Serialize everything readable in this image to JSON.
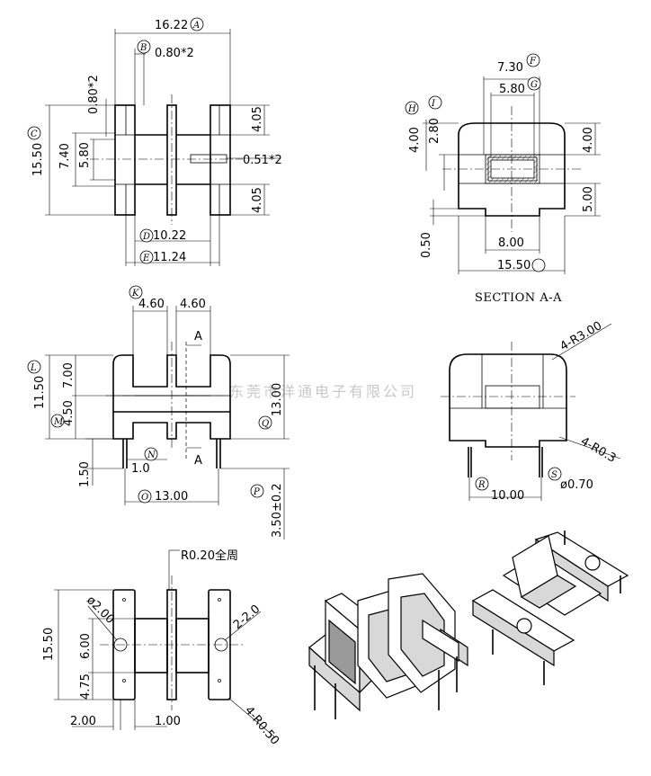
{
  "watermark": "东莞市洋通电子有限公司",
  "section_title": "SECTION A-A",
  "callouts": {
    "A": "A",
    "B": "B",
    "C": "C",
    "D": "D",
    "E": "E",
    "F": "F",
    "G": "G",
    "H": "H",
    "I": "I",
    "K": "K",
    "L": "L",
    "M": "M",
    "N": "N",
    "O": "O",
    "P": "P",
    "Q": "Q",
    "R": "R",
    "S": "S"
  },
  "section_marks": {
    "top": "A",
    "bottom": "A"
  },
  "dimensions": {
    "top_view": {
      "A": "16.22",
      "B": "0.80*2",
      "C": "15.50",
      "D": "10.22",
      "E": "11.24",
      "d_080x2_v": "0.80*2",
      "d_740": "7.40",
      "d_580": "5.80",
      "d_405_top": "4.05",
      "d_405_bot": "4.05",
      "d_051x2": "0.51*2"
    },
    "section_view": {
      "F": "7.30",
      "G": "5.80",
      "H": "4.00",
      "I": "2.80",
      "d_400_right": "4.00",
      "d_500_right": "5.00",
      "d_050": "0.50",
      "d_800": "8.00",
      "J": "15.50"
    },
    "front_view": {
      "K_left": "4.60",
      "K_right": "4.60",
      "L": "11.50",
      "d_700": "7.00",
      "M": "4.50",
      "Q": "13.00",
      "d_150": "1.50",
      "N": "1.0",
      "O": "13.00",
      "P": "3.50±0.2"
    },
    "side_view": {
      "r300": "4-R3.00",
      "r03": "4-R0.3",
      "R": "10.00",
      "S": "ø0.70"
    },
    "bottom_view": {
      "r020": "R0.20全周",
      "d_1550": "15.50",
      "d_200dia": "ø2.00",
      "d_600": "6.00",
      "d_475": "4.75",
      "d_22": "2-2.0",
      "d_200": "2.00",
      "d_100": "1.00",
      "r050": "4-R0.50"
    }
  }
}
